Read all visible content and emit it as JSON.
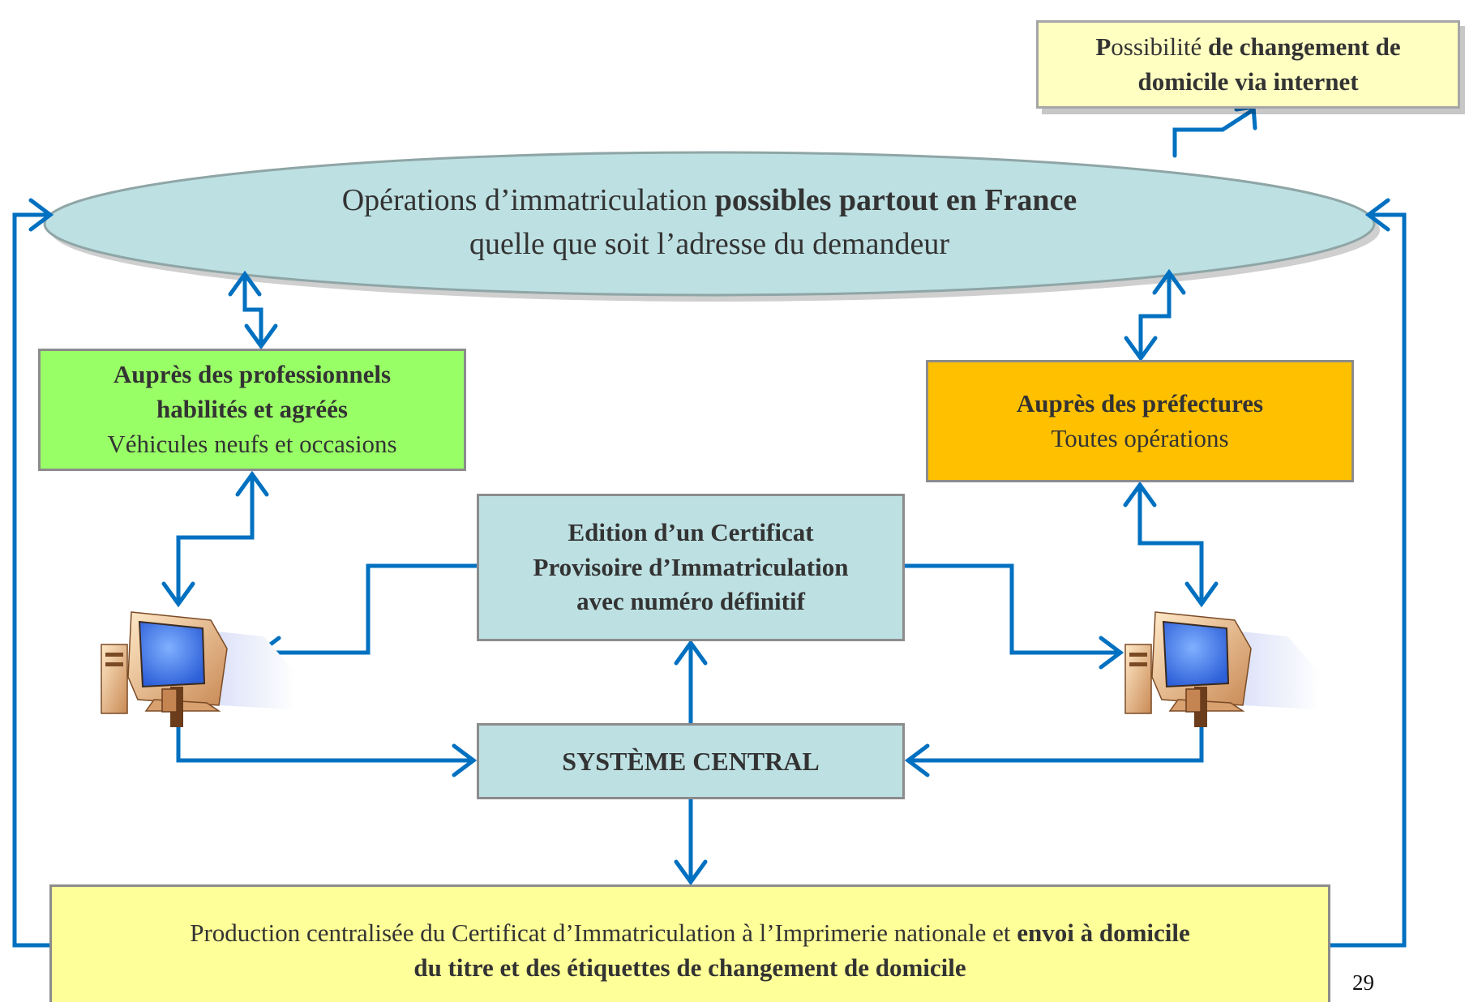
{
  "internet_box": {
    "line1_part1": "P",
    "line1_part2": "ossibilité ",
    "line1_part3": "de changement de",
    "line2": "domicile via internet"
  },
  "ellipse": {
    "line1_regular": "Opérations d’immatriculation ",
    "line1_bold": "possibles partout en France",
    "line2": "quelle que soit l’adresse du demandeur"
  },
  "professionals_box": {
    "line1": "Auprès des professionnels",
    "line2": "habilités et agréés",
    "line3": "Véhicules neufs et occasions"
  },
  "prefectures_box": {
    "line1": "Auprès des préfectures",
    "line2": "Toutes opérations"
  },
  "certificate_box": {
    "line1": "Edition d’un Certificat",
    "line2": "Provisoire d’Immatriculation",
    "line3": "avec numéro définitif"
  },
  "central_box": {
    "label": "SYSTÈME CENTRAL"
  },
  "production_box": {
    "line1_regular": "Production centralisée du Certificat d’Immatriculation à l’Imprimerie nationale et ",
    "line1_bold": "envoi à domicile",
    "line2": "du titre et des étiquettes de changement de domicile"
  },
  "page_number": "29",
  "colors": {
    "arrow": "#0070c0",
    "ellipse_fill": "#bde0e2",
    "professionals_fill": "#99ff66",
    "prefectures_fill": "#ffc000",
    "system_fill": "#bde0e2",
    "internet_fill": "#ffffc2",
    "production_fill": "#ffff99"
  },
  "icons": [
    "computer-icon-left",
    "computer-icon-right"
  ]
}
